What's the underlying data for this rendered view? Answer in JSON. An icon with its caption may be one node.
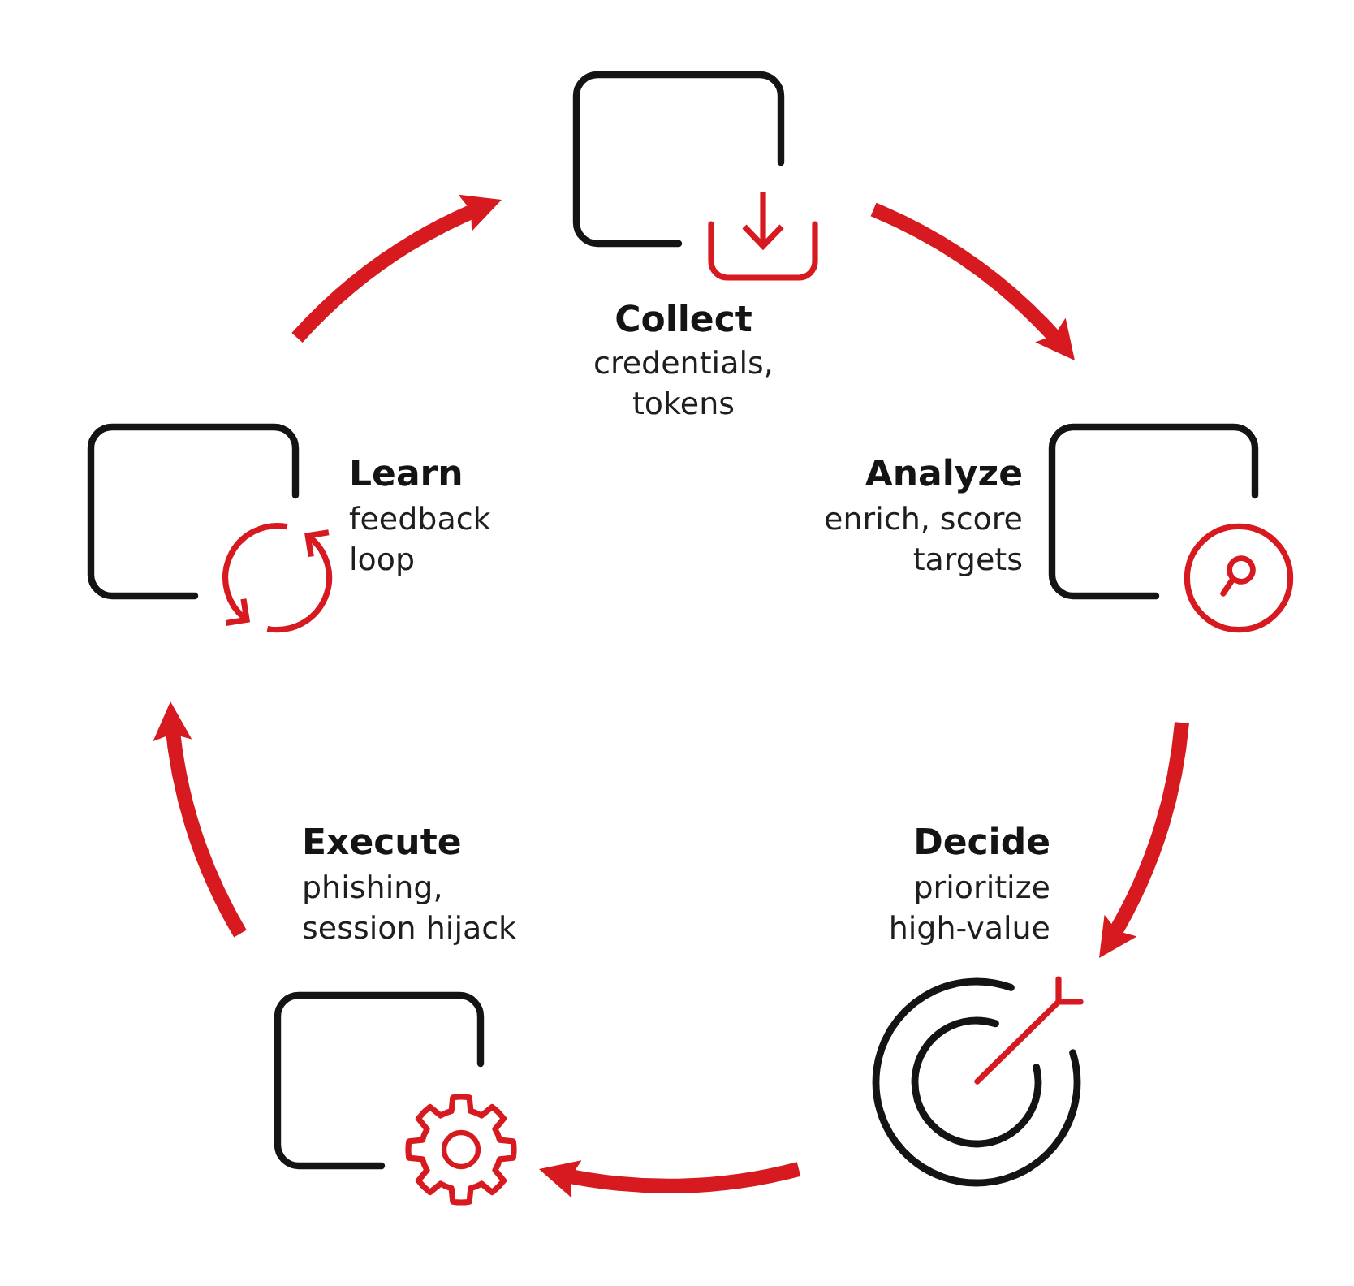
{
  "diagram": {
    "nodes": [
      {
        "text": [
          "Collect",
          "credentials, tokens"
        ]
      },
      {
        "text": [
          "Analyze",
          "enrich, score targets"
        ]
      },
      {
        "text": [
          "Decide",
          "prioritize high-value"
        ]
      },
      {
        "text": [
          "Execute",
          "phishing, session hijack"
        ]
      },
      {
        "text": [
          "Learn",
          "feedback loop"
        ]
      }
    ],
    "edges": [
      {
        "from": 0,
        "to": 1,
        "arrow": "to"
      },
      {
        "from": 1,
        "to": 2,
        "arrow": "to"
      },
      {
        "from": 2,
        "to": 3,
        "arrow": "to"
      },
      {
        "from": 3,
        "to": 4,
        "arrow": "to"
      },
      {
        "from": 4,
        "to": 0,
        "arrow": "to"
      }
    ]
  }
}
